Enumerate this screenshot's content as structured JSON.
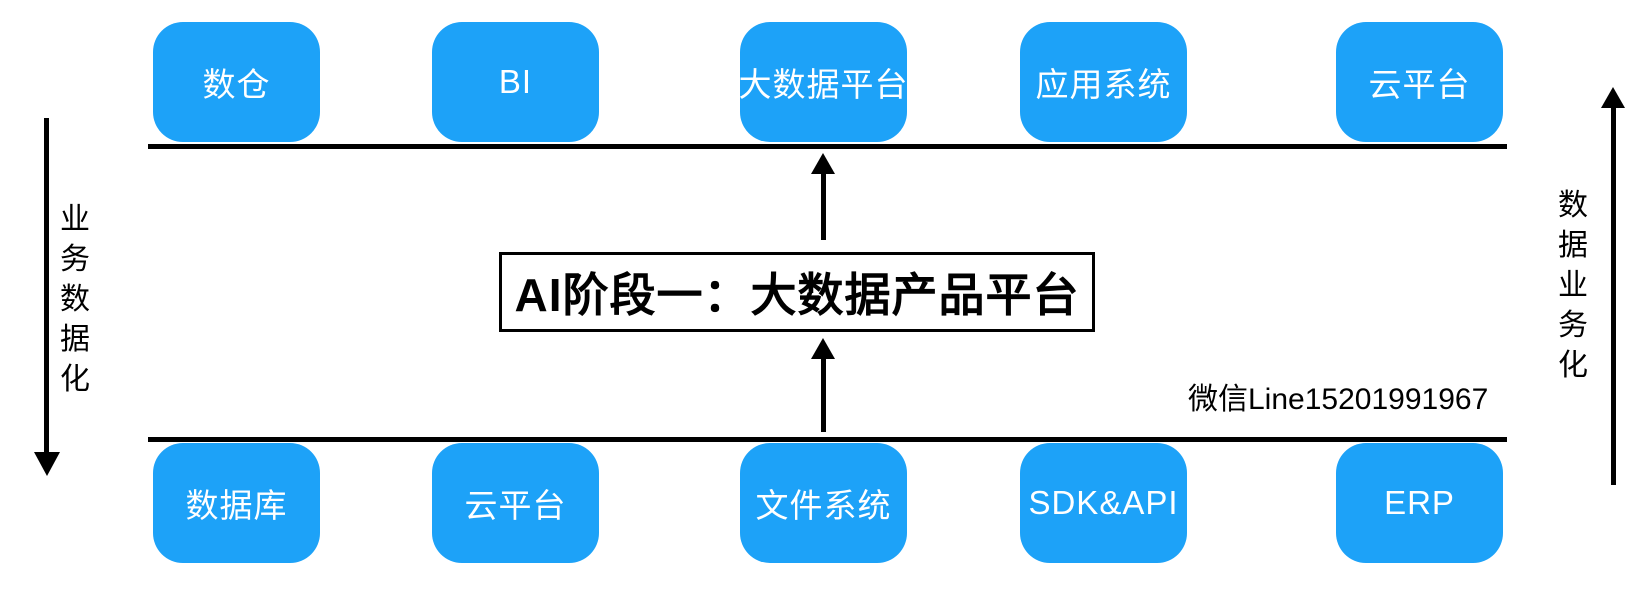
{
  "diagram": {
    "center_title": "AI阶段一：大数据产品平台",
    "watermark": "微信Line15201991967",
    "left_axis_label": "业务数据化",
    "right_axis_label": "数据业务化",
    "top_row": [
      {
        "label": "数仓"
      },
      {
        "label": "BI"
      },
      {
        "label": "大数据平台"
      },
      {
        "label": "应用系统"
      },
      {
        "label": "云平台"
      }
    ],
    "bottom_row": [
      {
        "label": "数据库"
      },
      {
        "label": "云平台"
      },
      {
        "label": "文件系统"
      },
      {
        "label": "SDK&API"
      },
      {
        "label": "ERP"
      }
    ],
    "colors": {
      "node_blue": "#1DA2F8",
      "node_text": "#FFFFFF",
      "line_black": "#000000"
    }
  }
}
